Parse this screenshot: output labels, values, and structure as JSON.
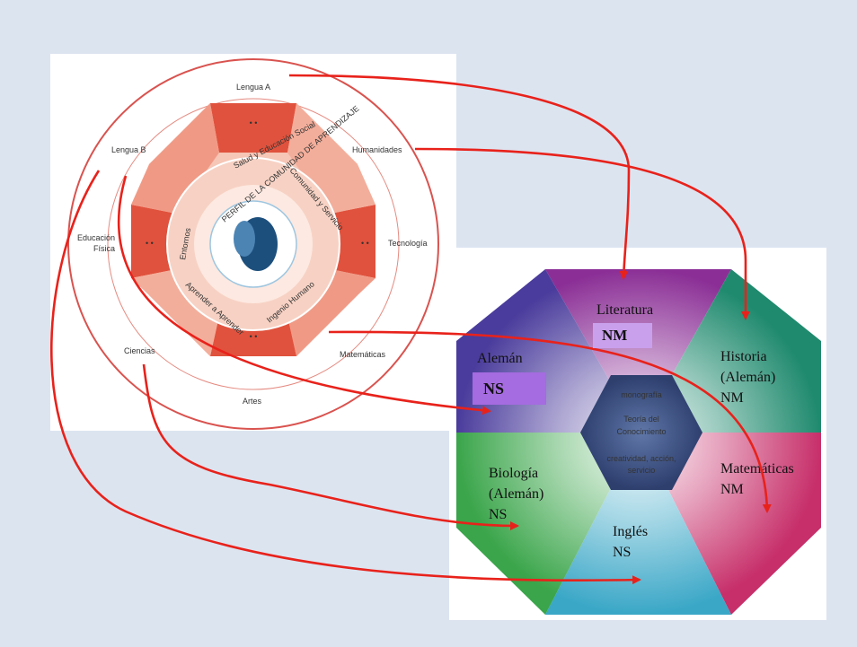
{
  "left_diagram": {
    "outer_labels": {
      "lengua_a": "Lengua A",
      "lengua_b": "Lengua B",
      "humanidades": "Humanidades",
      "educacion_fisica_1": "Educación",
      "educacion_fisica_2": "Física",
      "tecnologia": "Tecnología",
      "ciencias": "Ciencias",
      "matematicas": "Matemáticas",
      "artes": "Artes"
    },
    "ring_labels": {
      "salud": "Salud y Educación Social",
      "comunidad": "Comunidad y Servicio",
      "entornos": "Entornos",
      "aprender": "Aprender a Aprender",
      "ingenio": "Ingenio Humano"
    },
    "logo_text": "PERFIL DE LA COMUNIDAD DE APRENDIZAJE"
  },
  "right_diagram": {
    "sectors": {
      "literatura": "Literatura",
      "literatura_level": "NM",
      "aleman": "Alemán",
      "aleman_level": "NS",
      "historia_1": "Historia",
      "historia_2": "(Alemán)",
      "historia_3": "NM",
      "biologia_1": "Biología",
      "biologia_2": "(Alemán)",
      "biologia_3": "NS",
      "matematicas_1": "Matemáticas",
      "matematicas_2": "NM",
      "ingles_1": "Inglés",
      "ingles_2": "NS"
    },
    "core": {
      "monografia": "monografía",
      "tdc_1": "Teoría del",
      "tdc_2": "Conocimiento",
      "cas_1": "creatividad, acción,",
      "cas_2": "servicio"
    }
  },
  "colors": {
    "background": "#dce4f0",
    "arrow": "#e8221b",
    "badge_nm": "#c9a0ec",
    "badge_ns": "#a56be0"
  }
}
